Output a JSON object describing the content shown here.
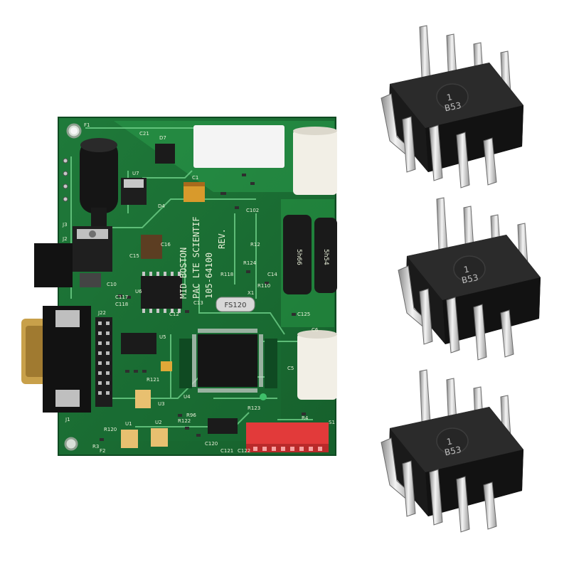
{
  "board": {
    "lines": [
      "MID BOSTON",
      "PAC LTE SCIENTIF",
      "105-64100",
      "REV."
    ],
    "crystal": "FS120",
    "labels": {
      "f1": "F1",
      "f2": "F2",
      "c21": "C21",
      "d7": "D7",
      "u7": "U7",
      "d4": "D4",
      "c1": "C1",
      "c16": "C16",
      "c15": "C15",
      "u6": "U6",
      "c10": "C10",
      "c117": "C117",
      "c118": "C118",
      "c12": "C12",
      "c13": "C13",
      "x1": "X1",
      "r110": "R110",
      "c14": "C14",
      "u5": "U5",
      "r121": "R121",
      "u4": "U4",
      "u3": "U3",
      "u1": "U1",
      "u2": "U2",
      "j1": "J1",
      "j2": "J2",
      "j3": "J3",
      "j22": "J22",
      "r123": "R123",
      "s1": "S1",
      "r4": "R4",
      "c6": "C6",
      "c5": "C5",
      "r3": "R3",
      "r120": "R120",
      "r122": "R122",
      "r96": "R96",
      "c120": "C120",
      "c121": "C121",
      "c122": "C122",
      "c102": "C102",
      "r12": "R12",
      "r124": "R124",
      "r118": "R118",
      "c125": "C125"
    },
    "inductor_left": "5h66",
    "inductor_right": "5h54"
  },
  "chips": [
    {
      "mark_line1": "1",
      "mark_line2": "B53"
    },
    {
      "mark_line1": "1",
      "mark_line2": "B53"
    },
    {
      "mark_line1": "1",
      "mark_line2": "B53"
    }
  ]
}
